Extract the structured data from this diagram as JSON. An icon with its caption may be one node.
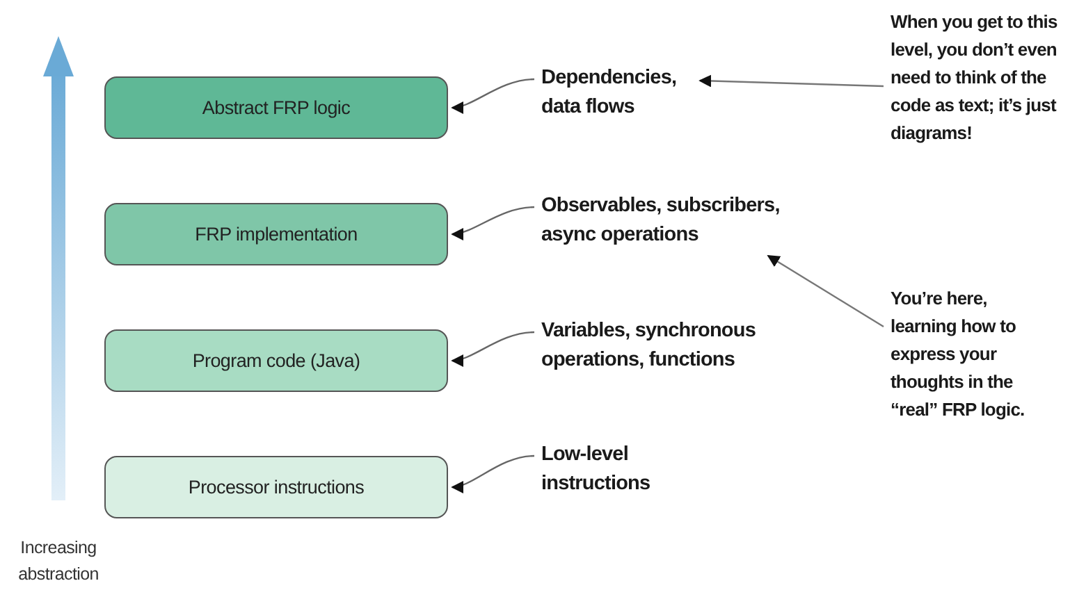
{
  "diagram": {
    "nodes": [
      {
        "text": [
          "Abstract FRP logic"
        ]
      },
      {
        "text": [
          "FRP implementation"
        ]
      },
      {
        "text": [
          "Program code (Java)"
        ]
      },
      {
        "text": [
          "Processor instructions"
        ]
      },
      {
        "text": [
          "Dependencies, data flows"
        ]
      },
      {
        "text": [
          "Observables, subscribers, async operations"
        ]
      },
      {
        "text": [
          "Variables, synchronous operations, functions"
        ]
      },
      {
        "text": [
          "Low-level instructions"
        ]
      },
      {
        "text": [
          "When you get to this level, you don’t even need to think of the code as text; it’s just diagrams!"
        ]
      },
      {
        "text": [
          "You’re here, learning how to express your thoughts in the “real” FRP logic."
        ]
      }
    ],
    "edges": [
      {
        "from": 4,
        "to": 0,
        "arrow": "to"
      },
      {
        "from": 5,
        "to": 1,
        "arrow": "to"
      },
      {
        "from": 6,
        "to": 2,
        "arrow": "to"
      },
      {
        "from": 7,
        "to": 3,
        "arrow": "to"
      },
      {
        "from": 8,
        "to": 4,
        "arrow": "to"
      },
      {
        "from": 9,
        "to": 5,
        "arrow": "to"
      }
    ],
    "labels": [
      "Increasing abstraction"
    ]
  }
}
